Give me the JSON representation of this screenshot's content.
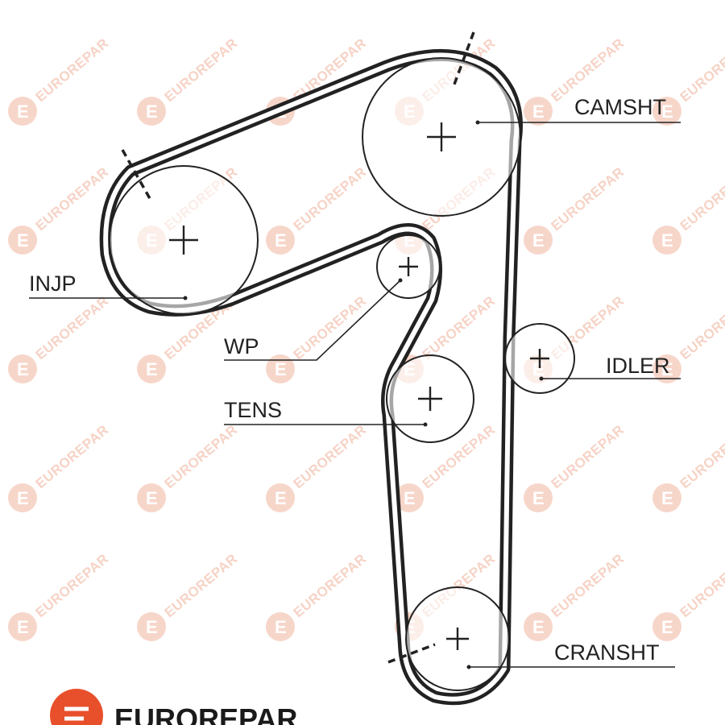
{
  "watermark": {
    "text": "EUROREPAR",
    "badge_letter": "E"
  },
  "labels": {
    "camshaft": "CAMSHT",
    "injection_pump": "INJP",
    "water_pump": "WP",
    "tensioner": "TENS",
    "idler": "IDLER",
    "crankshaft": "CRANSHT"
  },
  "brand": {
    "name": "EUROREPAR",
    "color": "#e8502b"
  },
  "colors": {
    "belt": "#222222",
    "watermark": "#f6d3c6"
  }
}
